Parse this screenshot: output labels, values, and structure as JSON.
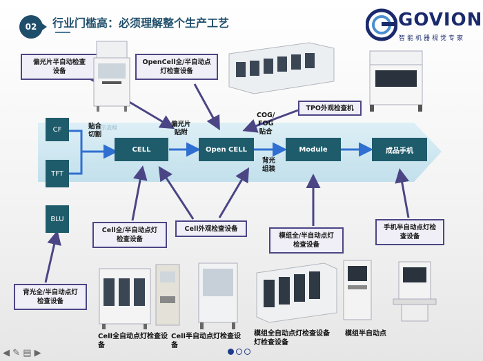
{
  "header": {
    "section_number": "02",
    "title": "行业门槛高：必须理解整个生产工艺",
    "brand": "GOVION",
    "brand_subtitle": "智能机器视觉专家"
  },
  "flow": {
    "sources": [
      "CF",
      "TFT",
      "BLU"
    ],
    "stages": [
      "CELL",
      "Open CELL",
      "Module",
      "成品手机"
    ],
    "steps": [
      "贴合\n切割",
      "偏光片\n贴附",
      "COG/\nFOG\n贴合",
      "背光\n组装"
    ],
    "watermark": "屏显示流程"
  },
  "equipment_labels": {
    "polarizer": "偏光片半自动检查\n设备",
    "opencell_light": "OpenCell全/半自动点\n灯检查设备",
    "tpo": "TPO外观检查机",
    "cell_light": "Cell全/半自动点灯\n检查设备",
    "cell_appearance": "Cell外观检查设备",
    "module_light": "模组全/半自动点灯\n检查设备",
    "phone_light": "手机半自动点灯检\n查设备",
    "backlight": "背光全/半自动点灯\n检查设备"
  },
  "captions": {
    "cell_auto": "Cell全自动点灯检查设\n备",
    "cell_semi": "Cell半自动点灯检查设\n备",
    "module_auto": "模组全自动点灯检查设备\n灯检查设备",
    "module_semi": "模组半自动点"
  },
  "colors": {
    "stage": "#1e5b6b",
    "label_border": "#4b4585",
    "arrow": "#4b4585",
    "band": "#cfe7f1"
  },
  "pagination": {
    "total": 3,
    "current": 0
  }
}
